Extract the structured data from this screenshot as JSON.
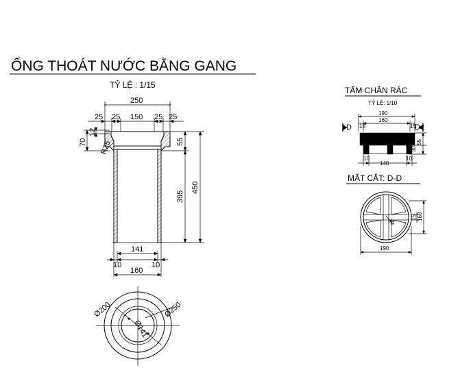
{
  "main": {
    "title": "ỐNG THOÁT NƯỚC BẰNG GANG",
    "scale": "TỶ LỆ : 1/15",
    "dims": {
      "top_total": "250",
      "top_a": "25",
      "top_b": "25",
      "top_c": "150",
      "top_d": "25",
      "top_e": "25",
      "left_70": "70",
      "left_12": "12",
      "radius": "R25",
      "right_55": "55",
      "right_395": "395",
      "right_450": "450",
      "inner_141": "141",
      "bottom_10a": "10",
      "bottom_10b": "10",
      "bottom_160": "160"
    },
    "plan": {
      "d200": "Ø200",
      "d250": "Ø250",
      "d141": "Ø141"
    }
  },
  "grate": {
    "title": "TẤM CHẮN RÁC",
    "scale": "TỶ LỆ: 1/10",
    "section_mark_left": "D",
    "section_mark_right": "D",
    "dims": {
      "w190": "190",
      "w160": "160",
      "w15a": "15",
      "w15b": "15",
      "h30": "30",
      "h55": "55",
      "w10a": "10",
      "w140": "140",
      "w10b": "10"
    }
  },
  "section": {
    "title": "MẶT CẮT: D-D",
    "dims": {
      "w190": "190",
      "h15": "15",
      "h160": "160",
      "d30": "30"
    }
  }
}
